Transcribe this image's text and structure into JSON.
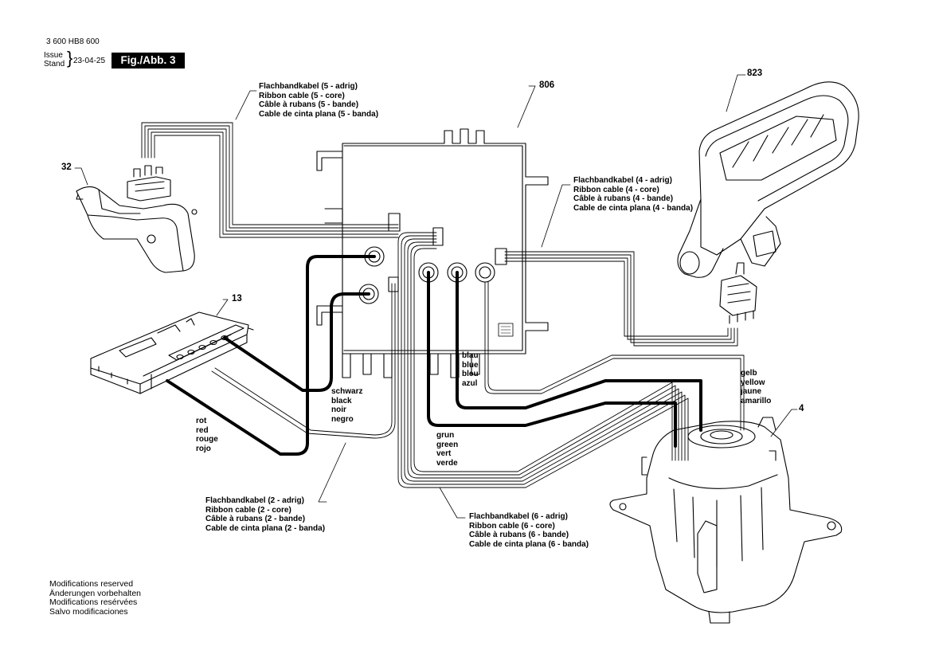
{
  "header": {
    "part_number": "3 600 HB8 600",
    "issue_label": "Issue",
    "stand_label": "Stand",
    "date": "23-04-25",
    "figure_label": "Fig./Abb. 3"
  },
  "callouts": {
    "p806": "806",
    "p823": "823",
    "p32": "32",
    "p13": "13",
    "p4": "4"
  },
  "cables": {
    "ribbon5": [
      "Flachbandkabel (5 - adrig)",
      "Ribbon cable (5 - core)",
      "Câble à rubans (5 - bande)",
      "Cable de cinta plana (5 - banda)"
    ],
    "ribbon4": [
      "Flachbandkabel (4 - adrig)",
      "Ribbon cable (4 - core)",
      "Câble à rubans (4 - bande)",
      "Cable de cinta plana (4 - banda)"
    ],
    "ribbon2": [
      "Flachbandkabel (2 - adrig)",
      "Ribbon cable (2 - core)",
      "Câble à rubans (2 - bande)",
      "Cable de cinta plana (2 - banda)"
    ],
    "ribbon6": [
      "Flachbandkabel (6 - adrig)",
      "Ribbon cable (6 - core)",
      "Câble à rubans (6 - bande)",
      "Cable de cinta plana (6 - banda)"
    ]
  },
  "wires": {
    "blue": [
      "blau",
      "blue",
      "bleu",
      "azul"
    ],
    "yellow": [
      "gelb",
      "yellow",
      "jaune",
      "amarillo"
    ],
    "black": [
      "schwarz",
      "black",
      "noir",
      "negro"
    ],
    "red": [
      "rot",
      "red",
      "rouge",
      "rojo"
    ],
    "green": [
      "grun",
      "green",
      "vert",
      "verde"
    ]
  },
  "footer": [
    "Modifications reserved",
    "Änderungen vorbehalten",
    "Modifications resérvées",
    "Salvo modificaciones"
  ],
  "colors": {
    "line": "#000000",
    "background": "#ffffff"
  }
}
